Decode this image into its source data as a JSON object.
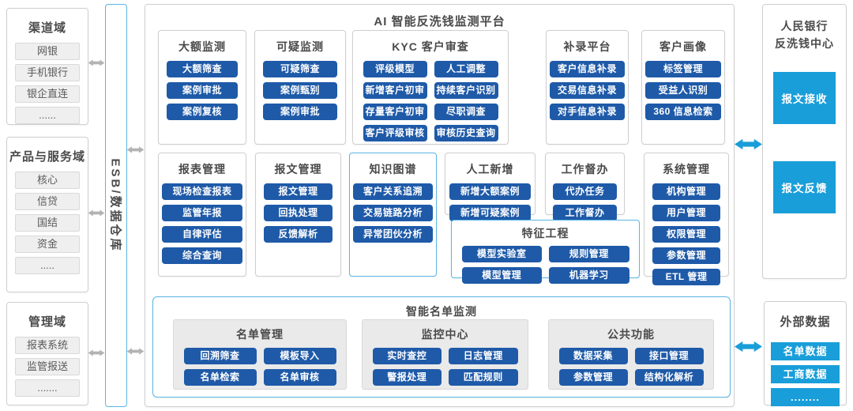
{
  "colors": {
    "button_blue": "#1e5aa8",
    "cyan_fill": "#199ed9",
    "cyan_border": "#5ab6e4",
    "arrow_gray": "#b3b3b3",
    "panel_border": "#cfcfcf",
    "title_text": "#4a4a4a"
  },
  "left_domains": [
    {
      "title": "渠道域",
      "items": [
        "网银",
        "手机银行",
        "银企直连",
        "......"
      ]
    },
    {
      "title": "产品与服务域",
      "items": [
        "核心",
        "信贷",
        "国结",
        "资金",
        "....."
      ]
    },
    {
      "title": "管理域",
      "items": [
        "报表系统",
        "监管报送",
        "......."
      ]
    }
  ],
  "esb": {
    "label": "ESB/数据仓库"
  },
  "platform": {
    "title": "AI 智能反洗钱监测平台",
    "modules": [
      {
        "title": "大额监测",
        "items": [
          "大额筛查",
          "案例审批",
          "案例复核"
        ]
      },
      {
        "title": "可疑监测",
        "items": [
          "可疑筛查",
          "案例甄别",
          "案例审批"
        ]
      },
      {
        "title": "KYC 客户审查",
        "items": [
          "评级模型",
          "人工调整",
          "新增客户初审",
          "持续客户识别",
          "存量客户初审",
          "尽职调查",
          "客户评级审核",
          "审核历史查询"
        ]
      },
      {
        "title": "补录平台",
        "items": [
          "客户信息补录",
          "交易信息补录",
          "对手信息补录"
        ]
      },
      {
        "title": "客户画像",
        "items": [
          "标签管理",
          "受益人识别",
          "360 信息检索"
        ]
      },
      {
        "title": "报表管理",
        "items": [
          "现场检查报表",
          "监管年报",
          "自律评估",
          "综合查询"
        ]
      },
      {
        "title": "报文管理",
        "items": [
          "报文管理",
          "回执处理",
          "反馈解析"
        ]
      },
      {
        "title": "知识图谱",
        "items": [
          "客户关系追溯",
          "交易链路分析",
          "异常团伙分析"
        ]
      },
      {
        "title": "人工新增",
        "items": [
          "新增大额案例",
          "新增可疑案例"
        ]
      },
      {
        "title": "工作督办",
        "items": [
          "代办任务",
          "工作督办"
        ]
      },
      {
        "title": "系统管理",
        "items": [
          "机构管理",
          "用户管理",
          "权限管理",
          "参数管理",
          "ETL 管理"
        ]
      },
      {
        "title": "特征工程",
        "items": [
          "模型实验室",
          "规则管理",
          "模型管理",
          "机器学习"
        ]
      }
    ],
    "list_monitor": {
      "title": "智能名单监测",
      "groups": [
        {
          "title": "名单管理",
          "items": [
            "回溯筛查",
            "模板导入",
            "名单检索",
            "名单审核"
          ]
        },
        {
          "title": "监控中心",
          "items": [
            "实时查控",
            "日志管理",
            "警报处理",
            "匹配规则"
          ]
        },
        {
          "title": "公共功能",
          "items": [
            "数据采集",
            "接口管理",
            "参数管理",
            "结构化解析"
          ]
        }
      ]
    }
  },
  "pbc": {
    "title": "人民银行\n反洗钱中心",
    "items": [
      "报文接收",
      "报文反馈"
    ]
  },
  "external": {
    "title": "外部数据",
    "items": [
      "名单数据",
      "工商数据",
      "........"
    ]
  }
}
